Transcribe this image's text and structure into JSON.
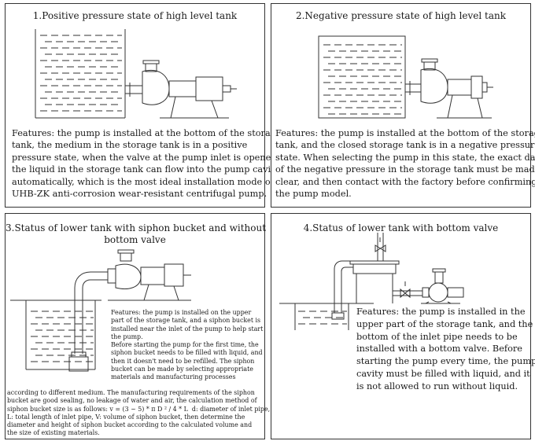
{
  "panels": [
    {
      "title": "1.Positive pressure state of high level tank",
      "description": "Features: the pump is installed at the bottom of the storage\ntank, the medium in the storage tank is in a positive\npressure state, when the valve at the pump inlet is opened,\nthe liquid in the storage tank can flow into the pump cavity\nautomatically, which is the most ideal installation mode of\nUHB-ZK anti-corrosion wear-resistant centrifugal pump."
    },
    {
      "title": "2.Negative pressure state of high level tank",
      "description": "Features: the pump is installed at the bottom of the storage\ntank, and the closed storage tank is in a negative pressure\nstate. When selecting the pump in this state, the exact data\nof the negative pressure in the storage tank must be made\nclear, and then contact with the factory before confirming\nthe pump model."
    },
    {
      "title": "3.Status of lower tank with siphon bucket and without\nbottom valve",
      "description": "Features: the pump is installed on the upper\npart of the storage tank, and a siphon bucket is\ninstalled near the inlet of the pump to help start\nthe pump.\nBefore starting the pump for the first time, the\nsiphon bucket needs to be filled with liquid, and\nthen it doesn't need to be refilled. The siphon\nbucket can be made by selecting appropriate\nmaterials and manufacturing processes",
      "description_full": "according to different medium. The manufacturing requirements of the siphon\nbucket are good sealing, no leakage of water and air, the calculation method of\nsiphon bucket size is as follows: v = (3 ~ 5) * π D ² / 4 * L  d: diameter of inlet pipe,\nL: total length of inlet pipe, V: volume of siphon bucket, then determine the\ndiameter and height of siphon bucket according to the calculated volume and\nthe size of existing materials."
    },
    {
      "title": "4.Status of lower tank with bottom valve",
      "description": "Features: the pump is installed in the\nupper part of the storage tank, and the\nbottom of the inlet pipe needs to be\ninstalled with a bottom valve. Before\nstarting the pump every time, the pump\ncavity must be filled with liquid, and it\nis not allowed to run without liquid."
    }
  ]
}
